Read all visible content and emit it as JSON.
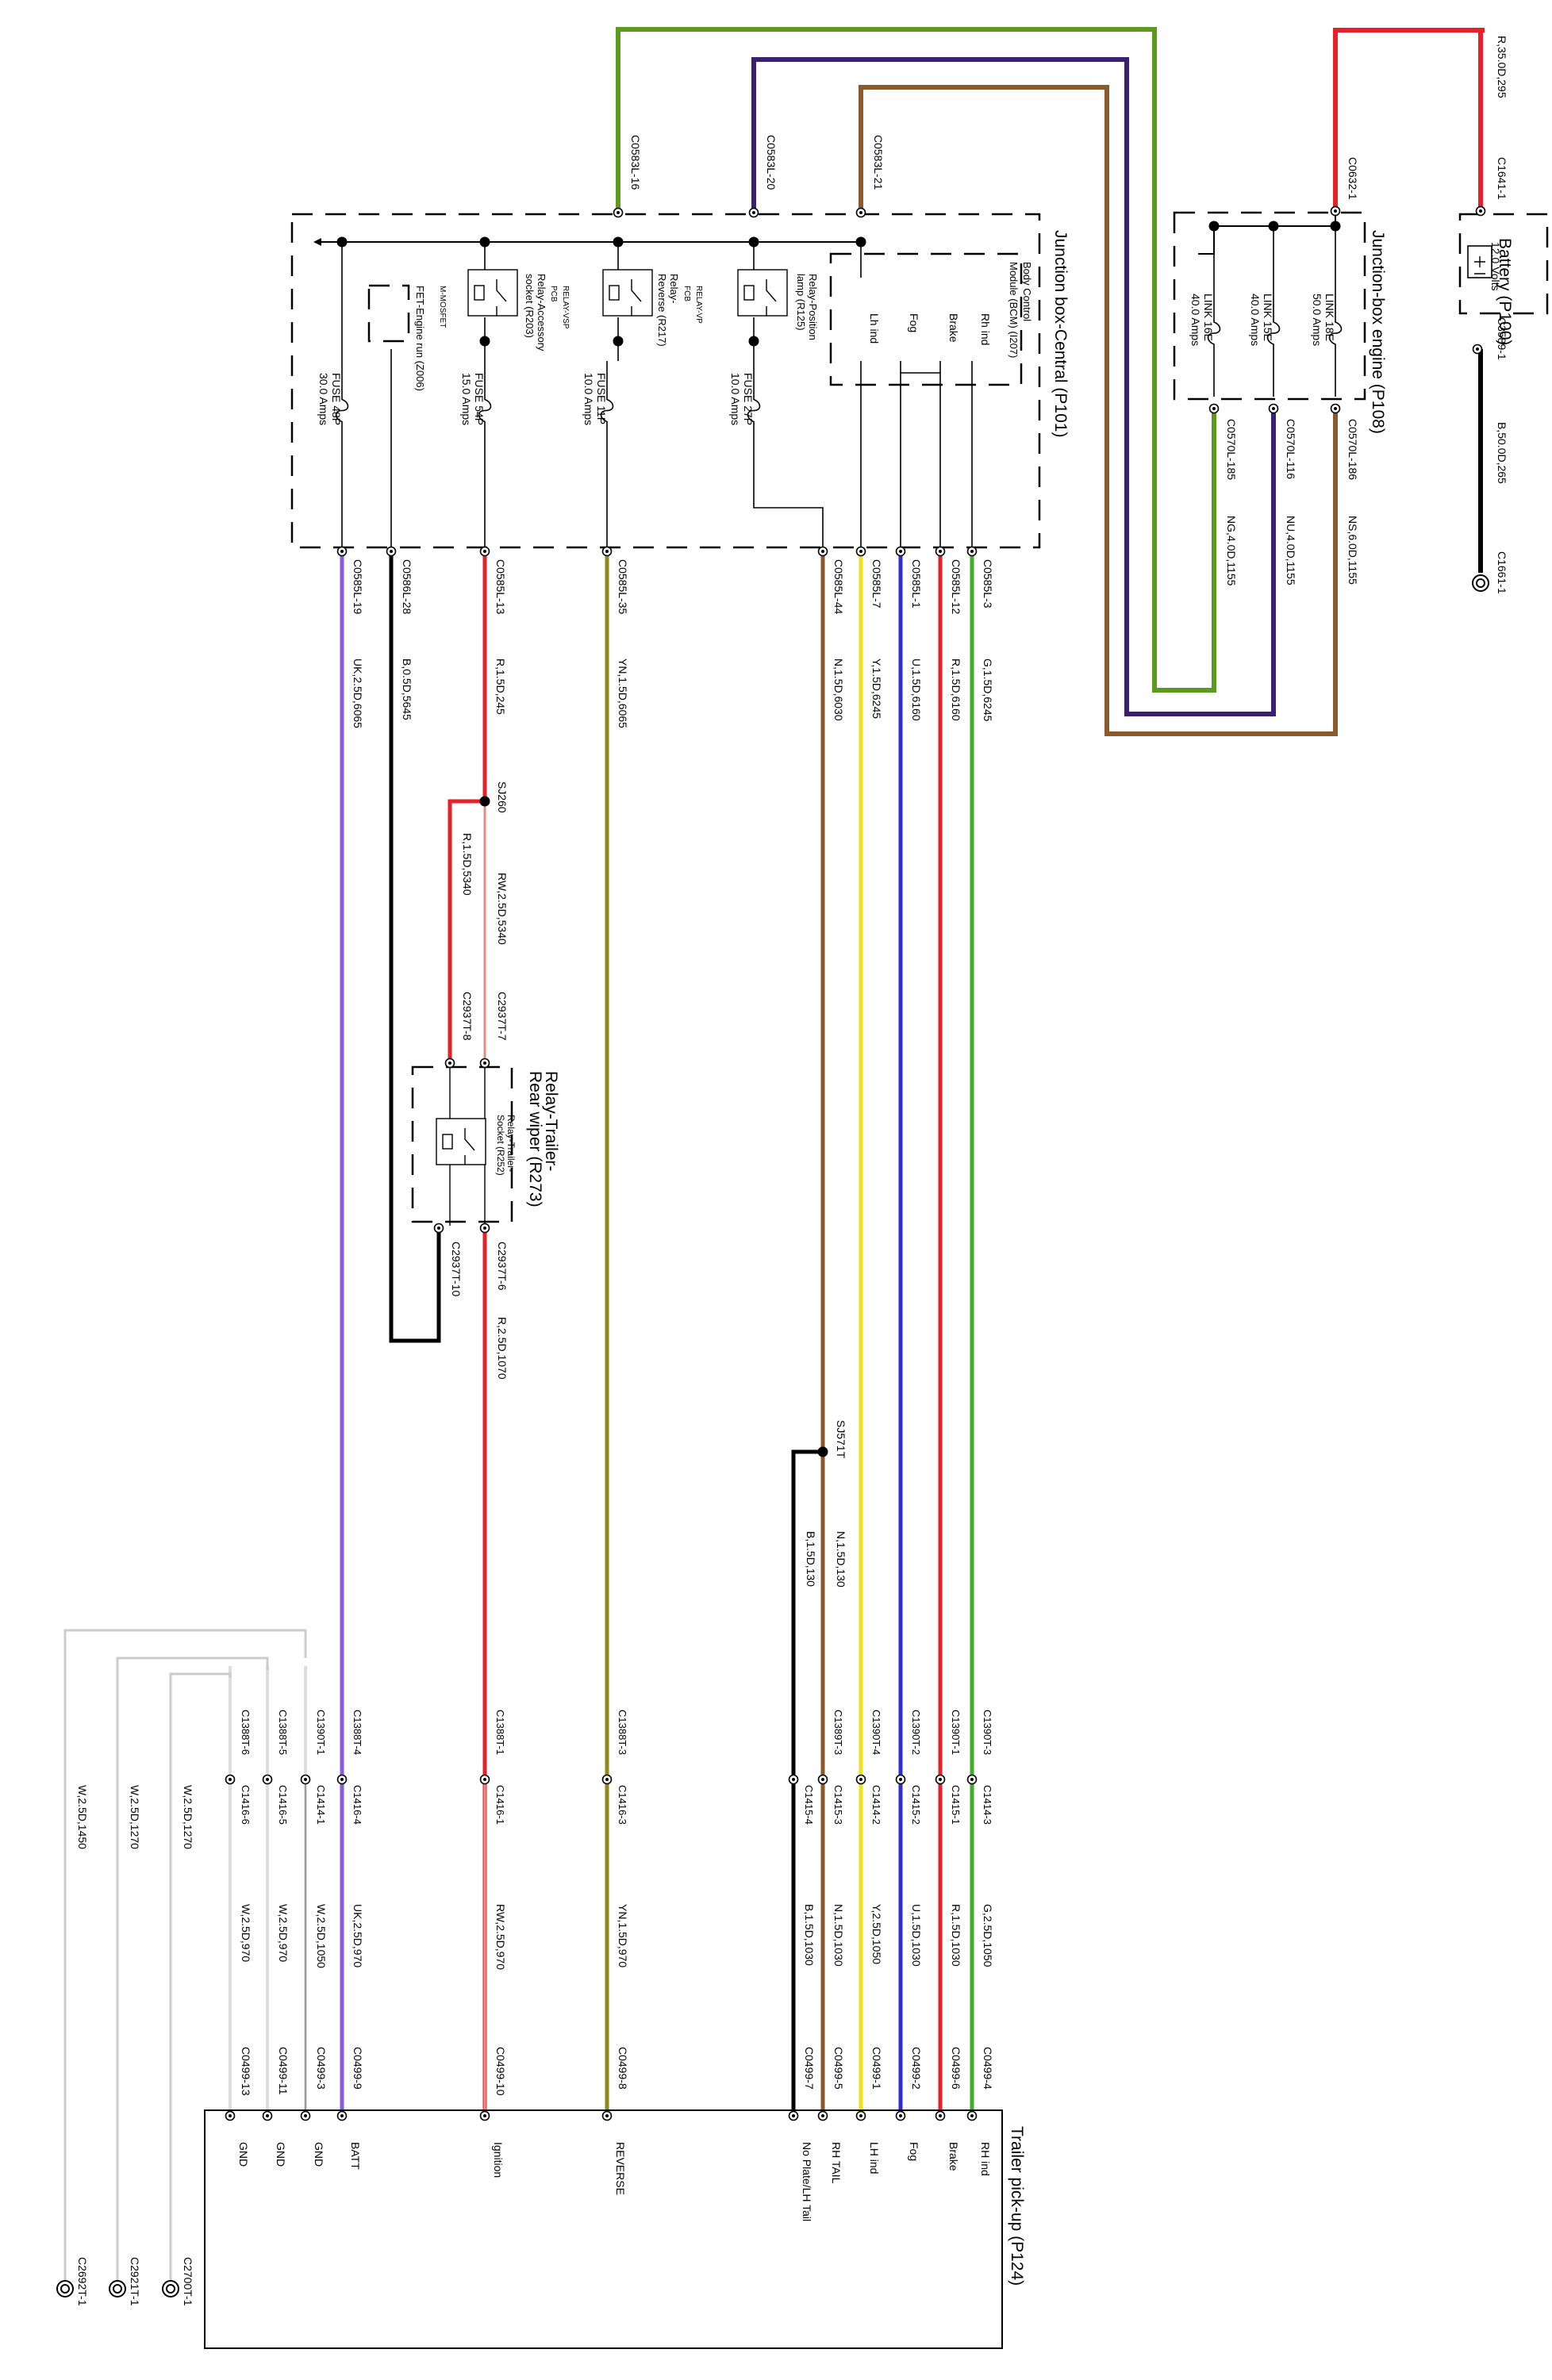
{
  "components": {
    "battery": {
      "title": "Battery (P100)",
      "voltage": "12.0 Volts"
    },
    "junction_engine": {
      "title": "Junction-box engine (P108)"
    },
    "junction_central": {
      "title": "Junction box-Central (P101)"
    },
    "bcm": {
      "line1": "Body Control",
      "line2": "Module (BCM) (I207)"
    },
    "relay_position": {
      "line1": "Relay-Position",
      "line2": "lamp (R125)"
    },
    "relay_reverse": {
      "line1": "Relay-",
      "line2": "Reverse (R217)"
    },
    "relay_accessory": {
      "line1": "Relay-Accessory",
      "line2": "socket (R203)"
    },
    "fet": {
      "line1": "FET-Engine run (Z006)"
    },
    "relay_trailer": {
      "title1": "Relay-Trailer-",
      "title2": "Rear wiper (R273)",
      "sub1": "Relay-Trailer-",
      "sub2": "Socket (R252)"
    },
    "trailer_pickup": {
      "title": "Trailer pick-up (P124)"
    },
    "relay_tags": [
      "RELAY-VP",
      "RELAY-VSP",
      "RELAY-VSP",
      "FCB",
      "PCB",
      "M-MOSFET"
    ]
  },
  "fuses": {
    "link18e": {
      "name": "LINK 18E",
      "rating": "50.0 Amps"
    },
    "link15e": {
      "name": "LINK 15E",
      "rating": "40.0 Amps"
    },
    "link16e": {
      "name": "LINK 16E",
      "rating": "40.0 Amps"
    },
    "fuse48p": {
      "name": "FUSE 48P",
      "rating": "30.0 Amps"
    },
    "fuse54p": {
      "name": "FUSE 54P",
      "rating": "15.0 Amps"
    },
    "fuse11p": {
      "name": "FUSE 11P",
      "rating": "10.0 Amps"
    },
    "fuse27p": {
      "name": "FUSE 27P",
      "rating": "10.0 Amps"
    }
  },
  "bcm_outputs": [
    "Rh ind",
    "Brake",
    "Fog",
    "Lh ind"
  ],
  "connectors": {
    "batt_pos": "C1641-1",
    "batt_neg": "C3589-1",
    "ground_top": "C1661-1",
    "eng_in": "C0632-1",
    "eng_out_a": "C0570L-186",
    "eng_out_b": "C0570L-116",
    "eng_out_c": "C0570L-185",
    "cent_in_16": "C0583L-16",
    "cent_in_20": "C0583L-20",
    "cent_in_21": "C0583L-21",
    "cent_out": [
      "C0585L-3",
      "C0585L-12",
      "C0585L-1",
      "C0585L-7",
      "C0585L-44",
      "C0585L-35",
      "C0585L-13",
      "C0586L-28",
      "C0585L-19"
    ],
    "relay_in": [
      "C2937T-7",
      "C2937T-8"
    ],
    "relay_out": [
      "C2937T-6",
      "C2937T-10"
    ],
    "mid_left": [
      "C1390T-3",
      "C1390T-1",
      "C1390T-2",
      "C1390T-4",
      "C1389T-3",
      "C1388T-3",
      "C1388T-1",
      "C1388T-4",
      "C1390T-1",
      "C1388T-5",
      "C1388T-6"
    ],
    "mid_right": [
      "C1414-3",
      "C1415-1",
      "C1415-2",
      "C1414-2",
      "C1415-3",
      "C1415-4",
      "C1416-3",
      "C1416-1",
      "C1416-4",
      "C1414-1",
      "C1416-5",
      "C1416-6"
    ],
    "trailer_pins": [
      "C0499-4",
      "C0499-6",
      "C0499-2",
      "C0499-1",
      "C0499-5",
      "C0499-7",
      "C0499-8",
      "C0499-10",
      "C0499-9",
      "C0499-3",
      "C0499-11",
      "C0499-13"
    ],
    "grounds_bottom": [
      "C2700T-1",
      "C2921T-1",
      "C2692T-1"
    ],
    "splice_260": "SJ260",
    "splice_571": "SJ571T"
  },
  "wire_codes": {
    "batt_pos": "R,35.0D,295",
    "batt_neg": "B,50.0D,265",
    "eng_a": "NS,6.0D,1155",
    "eng_b": "NU,4.0D,1155",
    "eng_c": "NG,4.0D,1155",
    "out": [
      "G,1.5D,6245",
      "R,1.5D,6160",
      "U,1.5D,6160",
      "Y,1.5D,6245",
      "N,1.5D,6030",
      "YN,1.5D,6065",
      "R,1.5D,245",
      "B,0.5D,5645",
      "UK,2.5D,6065"
    ],
    "relay_a": "RW,2.5D,5340",
    "relay_b": "R,1.5D,5340",
    "relay_out": "R,2.5D,1070",
    "tail_n": "N,1.5D,130",
    "tail_b": "B,1.5D,130",
    "trailer": [
      "G,2.5D,1050",
      "R,1.5D,1030",
      "U,1.5D,1030",
      "Y,2.5D,1050",
      "N,1.5D,1030",
      "B,1.5D,1030",
      "YN,1.5D,970",
      "RW,2.5D,970",
      "UK,2.5D,970",
      "W,2.5D,1050",
      "W,2.5D,970",
      "W,2.5D,970"
    ],
    "grounds": [
      "W,2.5D,1270",
      "W,2.5D,1270",
      "W,2.5D,1450"
    ]
  },
  "trailer_functions": [
    "RH ind",
    "Brake",
    "Fog",
    "LH ind",
    "RH TAIL",
    "No Plate/LH Tail",
    "REVERSE",
    "Ignition",
    "BATT",
    "GND",
    "GND",
    "GND"
  ],
  "colors": {
    "red": "#e8202a",
    "green": "#5c9a1e",
    "purple": "#3b2070",
    "brown": "#8a5a2b",
    "black": "#000000",
    "bright_green": "#3fae2a",
    "blue": "#2f2fd6",
    "yellow": "#f0e21e",
    "olive": "#8e8a1e",
    "violet": "#8a5ae0",
    "pink": "#e88a8a",
    "grey": "#888888"
  }
}
